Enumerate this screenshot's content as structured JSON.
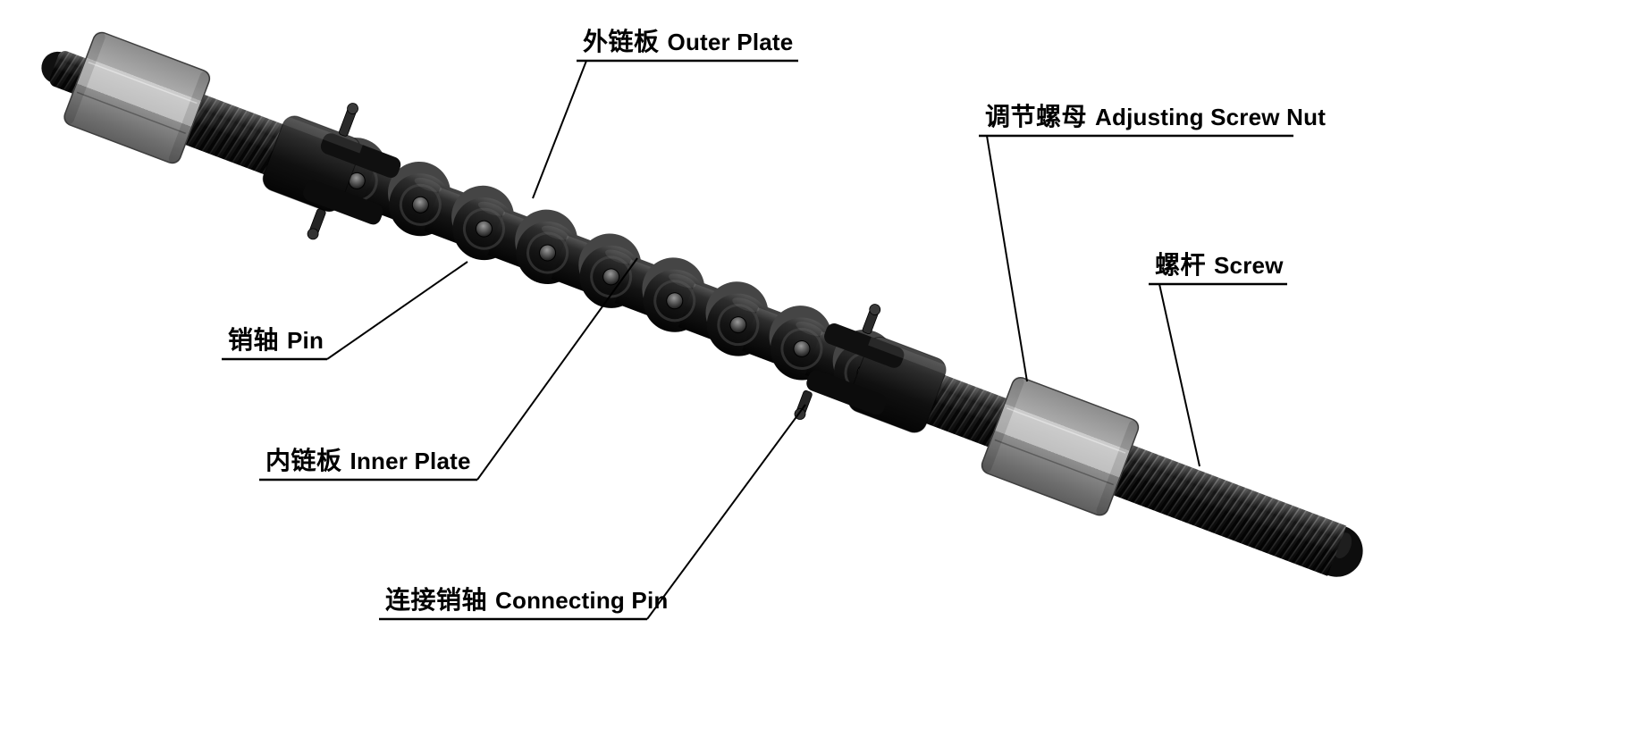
{
  "figure": {
    "type": "labeled-parts-diagram",
    "subject": "chain adjuster assembly with screws and nuts",
    "background": "#ffffff"
  },
  "colors": {
    "annotation_line": "#000000",
    "label_text": "#000000",
    "metal_dark": "#141414",
    "metal_mid": "#2e2e2e",
    "plate_rear": "#454545",
    "nut_gray_light": "#cdcdcd",
    "nut_gray_dark": "#6e6e6e",
    "pin_gray": "#8a8a8a"
  },
  "labels": [
    {
      "id": "outer-plate",
      "zh": "外链板",
      "en": "Outer Plate"
    },
    {
      "id": "adjusting-screw-nut",
      "zh": "调节螺母",
      "en": "Adjusting Screw Nut"
    },
    {
      "id": "screw",
      "zh": "螺杆",
      "en": "Screw"
    },
    {
      "id": "pin",
      "zh": "销轴",
      "en": "Pin"
    },
    {
      "id": "inner-plate",
      "zh": "内链板",
      "en": "Inner Plate"
    },
    {
      "id": "connecting-pin",
      "zh": "连接销轴",
      "en": "Connecting Pin"
    }
  ]
}
